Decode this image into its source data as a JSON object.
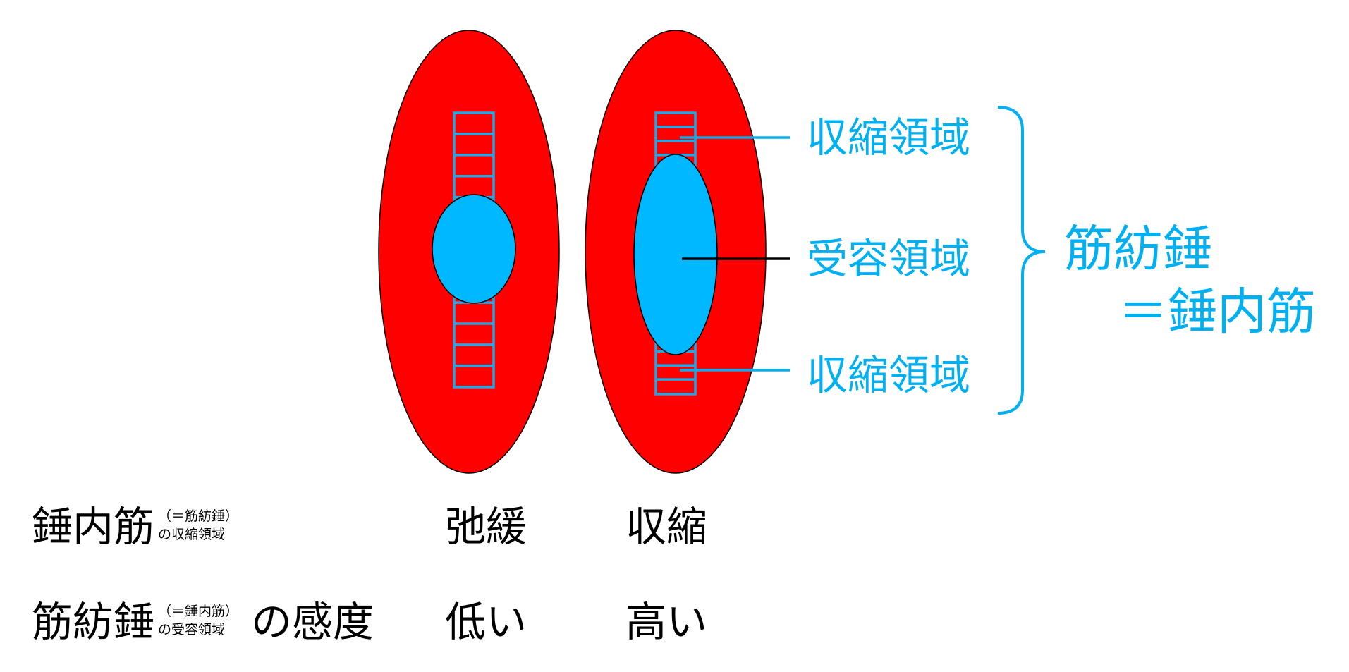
{
  "colors": {
    "muscle": "#ff0000",
    "spindle": "#00b8ff",
    "label": "#00b0f0"
  },
  "labels": {
    "contraction_region_top": "収縮領域",
    "receptor_region": "受容領域",
    "contraction_region_bottom": "収縮領域",
    "brace_title_line1": "筋紡錘",
    "brace_title_line2": "＝錘内筋"
  },
  "table": {
    "row1": {
      "main": "錘内筋",
      "sub1": "（＝筋紡錘）",
      "sub2": "の収縮領域",
      "suffix": "",
      "left_state": "弛緩",
      "right_state": "収縮"
    },
    "row2": {
      "main": "筋紡錘",
      "sub1": "（＝錘内筋）",
      "sub2": "の受容領域",
      "suffix": "の感度",
      "left_state": "低い",
      "right_state": "高い"
    }
  }
}
